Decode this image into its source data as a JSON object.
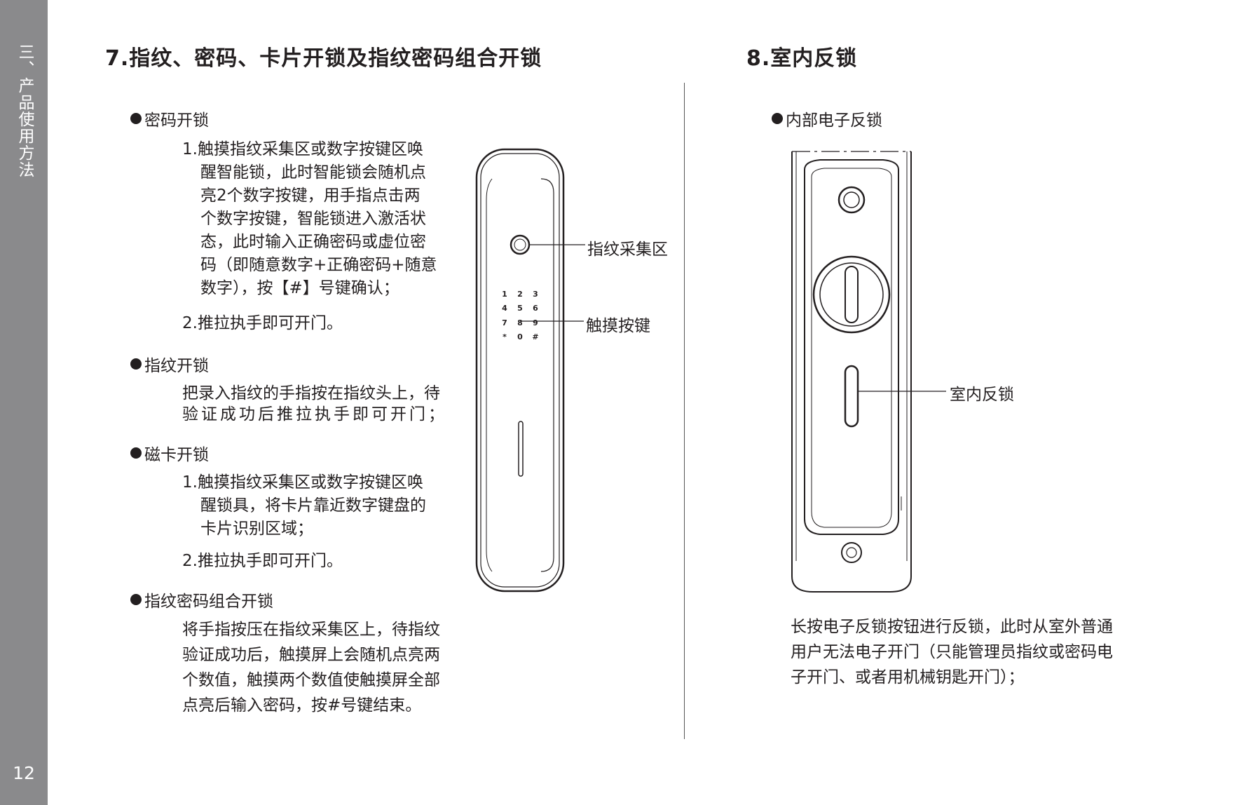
{
  "sidebar": {
    "section_label": "三、产品使用方法",
    "page_number": "12"
  },
  "section7": {
    "title": "7.指纹、密码、卡片开锁及指纹密码组合开锁",
    "password": {
      "heading": "密码开锁",
      "step1_lines": [
        "1.触摸指纹采集区或数字按键区唤",
        "醒智能锁，此时智能锁会随机点",
        "亮2个数字按键，用手指点击两",
        "个数字按键，智能锁进入激活状",
        "态，此时输入正确密码或虚位密",
        "码（即随意数字+正确密码+随意",
        "数字），按【#】号键确认；"
      ],
      "step2": "2.推拉执手即可开门。"
    },
    "fingerprint": {
      "heading": "指纹开锁",
      "lines": [
        "把录入指纹的手指按在指纹头上，待",
        "验证成功后推拉执手即可开门；"
      ]
    },
    "card": {
      "heading": "磁卡开锁",
      "step1_lines": [
        "1.触摸指纹采集区或数字按键区唤",
        "醒锁具，将卡片靠近数字键盘的",
        "卡片识别区域；"
      ],
      "step2": "2.推拉执手即可开门。"
    },
    "combo": {
      "heading": "指纹密码组合开锁",
      "lines": [
        "将手指按压在指纹采集区上，待指纹",
        "验证成功后，触摸屏上会随机点亮两",
        "个数值，触摸两个数值使触摸屏全部",
        "点亮后输入密码，按#号键结束。"
      ]
    },
    "diagram": {
      "label_fingerprint": "指纹采集区",
      "label_keypad": "触摸按键",
      "keys": [
        "1",
        "2",
        "3",
        "4",
        "5",
        "6",
        "7",
        "8",
        "9",
        "*",
        "0",
        "#"
      ]
    }
  },
  "section8": {
    "title": "8.室内反锁",
    "heading": "内部电子反锁",
    "label_lock": "室内反锁",
    "lines": [
      "长按电子反锁按钮进行反锁，此时从室外普通",
      "用户无法电子开门（只能管理员指纹或密码电",
      "子开门、或者用机械钥匙开门）；"
    ]
  }
}
